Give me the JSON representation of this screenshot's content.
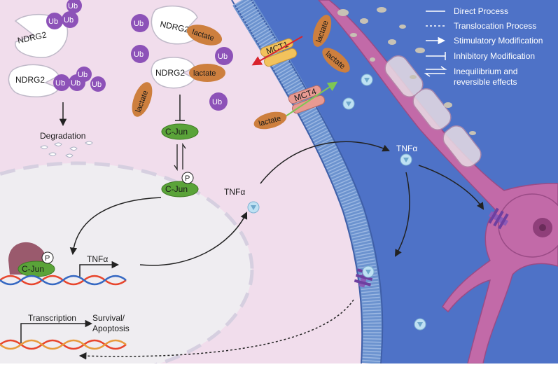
{
  "labels": {
    "ub": "Ub",
    "ndrg2": "NDRG2",
    "lactate": "lactate",
    "cjun": "C-Jun",
    "p": "P",
    "degradation": "Degradation",
    "tnfa": "TNFα",
    "transcription": "Transcription",
    "survival": "Survival/",
    "apoptosis": "Apoptosis",
    "mct1": "MCT1",
    "mct4": "MCT4"
  },
  "legend": {
    "items": [
      "Direct Process",
      "Translocation Process",
      "Stimulatory Modification",
      "Inhibitory Modification",
      "Inequilibrium and",
      "reversible effects"
    ]
  },
  "colors": {
    "astrocyte": "#f1ddec",
    "extracellular": "#4e72c7",
    "membrane": "#6c93cf",
    "nucleus": "#efedf1",
    "ub": "#8d52b8",
    "lactate": "#cd7f3e",
    "cjun": "#5aa339",
    "neuron": "#c26aa8",
    "mct1": "#f2c25c",
    "mct4": "#e89a92"
  }
}
